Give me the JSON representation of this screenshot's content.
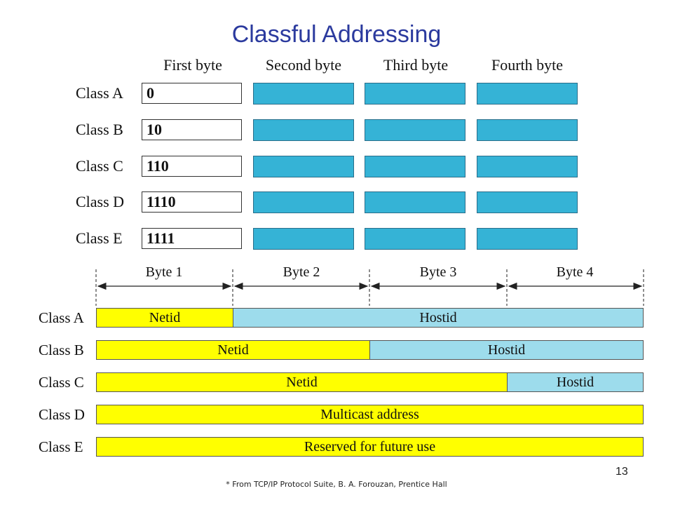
{
  "title": "Classful Addressing",
  "byte_headers": [
    "First byte",
    "Second byte",
    "Third byte",
    "Fourth byte"
  ],
  "classes": [
    {
      "label": "Class A",
      "prefix": "0"
    },
    {
      "label": "Class B",
      "prefix": "10"
    },
    {
      "label": "Class C",
      "prefix": "110"
    },
    {
      "label": "Class D",
      "prefix": "1110"
    },
    {
      "label": "Class E",
      "prefix": "1111"
    }
  ],
  "byte_labels": [
    "Byte 1",
    "Byte 2",
    "Byte 3",
    "Byte 4"
  ],
  "bars": [
    {
      "label": "Class A",
      "net": "Netid",
      "host": "Hostid"
    },
    {
      "label": "Class B",
      "net": "Netid",
      "host": "Hostid"
    },
    {
      "label": "Class C",
      "net": "Netid",
      "host": "Hostid"
    },
    {
      "label": "Class D",
      "full": "Multicast address"
    },
    {
      "label": "Class E",
      "full": "Reserved for future use"
    }
  ],
  "colors": {
    "title": "#2b3a9e",
    "byte_box": "#35b3d6",
    "netid": "#ffff00",
    "hostid": "#9ddcec"
  },
  "footnote": "* From TCP/IP Protocol Suite, B. A. Forouzan, Prentice Hall",
  "page_number": "13"
}
